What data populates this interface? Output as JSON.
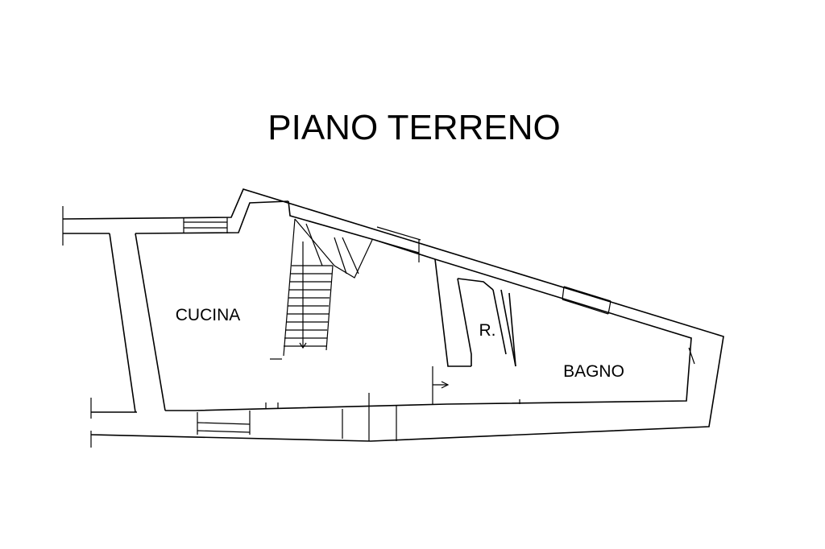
{
  "title": "PIANO TERRENO",
  "rooms": {
    "cucina": "CUCINA",
    "ripostiglio": "R.",
    "bagno": "BAGNO"
  },
  "colors": {
    "line": "#000000",
    "background": "#ffffff"
  }
}
